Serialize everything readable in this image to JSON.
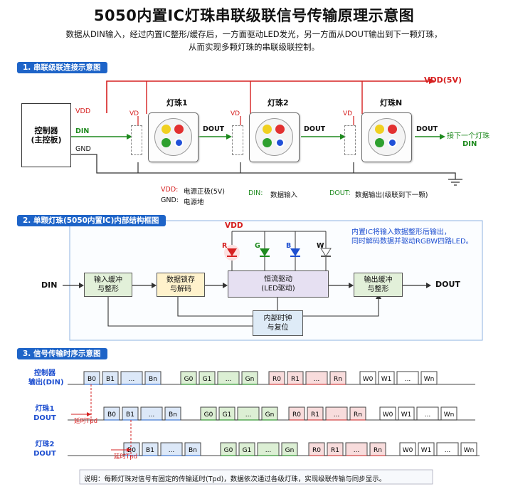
{
  "header": {
    "title": "5050内置IC灯珠串联级联信号传输原理示意图",
    "subtitle_line1": "数据从DIN输入，经过内置IC整形/缓存后，一方面驱动LED发光，另一方面从DOUT输出到下一颗灯珠，",
    "subtitle_line2": "从而实现多颗灯珠的串联级联控制。"
  },
  "section1": {
    "label": "1. 串联级联连接示意图",
    "vdd_rail": "VDD(5V)",
    "controller_line1": "控制器",
    "controller_line2": "(主控板)",
    "ctrl_vdd": "VDD",
    "ctrl_din": "DIN",
    "ctrl_gnd": "GND",
    "leds": [
      {
        "name": "灯珠1"
      },
      {
        "name": "灯珠2"
      },
      {
        "name": "灯珠N"
      }
    ],
    "pin_vd": "VD",
    "dout": "DOUT",
    "next_line1": "接下一个灯珠",
    "next_line2": "DIN",
    "legend_vdd_key": "VDD:",
    "legend_vdd_val": "电源正极(5V)",
    "legend_gnd_key": "GND:",
    "legend_gnd_val": "电源地",
    "legend_din_key": "DIN:",
    "legend_din_val": "数据输入",
    "legend_dout_key": "DOUT:",
    "legend_dout_val": "数据输出(级联到下一颗)"
  },
  "section2": {
    "label": "2. 单颗灯珠(5050内置IC)内部结构框图",
    "vdd": "VDD",
    "led_r": "R",
    "led_g": "G",
    "led_b": "B",
    "led_w": "W",
    "din": "DIN",
    "dout": "DOUT",
    "input_buf": "输入缓冲\n与整形",
    "latch": "数据锁存\n与解码",
    "driver": "恒流驱动\n(LED驱动)",
    "output_buf": "输出缓冲\n与整形",
    "clock": "内部时钟\n与复位",
    "note_line1": "内置IC将输入数据整形后输出，",
    "note_line2": "同时解码数据并驱动RGBW四路LED。"
  },
  "section3": {
    "label": "3. 信号传输时序示意图",
    "rows": [
      {
        "label1": "控制器",
        "label2": "输出(DIN)"
      },
      {
        "label1": "灯珠1",
        "label2": "DOUT"
      },
      {
        "label1": "灯珠2",
        "label2": "DOUT"
      }
    ],
    "groups": [
      {
        "color": "#4a7fd4",
        "fill": "#dce8f8",
        "cells": [
          "B0",
          "B1",
          "...",
          "Bn"
        ]
      },
      {
        "color": "#3a9a3a",
        "fill": "#dcefd4",
        "cells": [
          "G0",
          "G1",
          "...",
          "Gn"
        ]
      },
      {
        "color": "#d24a4a",
        "fill": "#f8dcdc",
        "cells": [
          "R0",
          "R1",
          "...",
          "Rn"
        ]
      },
      {
        "color": "#555555",
        "fill": "#ffffff",
        "cells": [
          "W0",
          "W1",
          "...",
          "Wn"
        ]
      }
    ],
    "delay": "延时Tpd",
    "footer": "说明：每颗灯珠对信号有固定的传输延时(Tpd)，数据依次通过各级灯珠，实现级联传输与同步显示。"
  },
  "colors": {
    "accent": "#1e64c8",
    "vdd": "#d62020",
    "din": "#1e8a1e",
    "gnd": "#333333",
    "blue_text": "#1e4fd0"
  }
}
